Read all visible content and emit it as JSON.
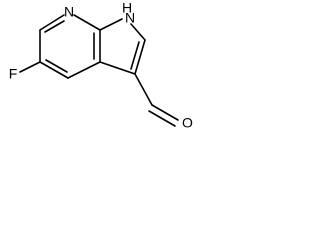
{
  "molecule": {
    "atoms": {
      "ring_nitrogen": "N",
      "nh_group": "H",
      "nh_nitrogen": "N",
      "fluorine": "F",
      "aldehyde_oxygen": "O"
    }
  },
  "colors": {
    "bond": "#000000",
    "label": "#000000",
    "background": "#ffffff"
  }
}
